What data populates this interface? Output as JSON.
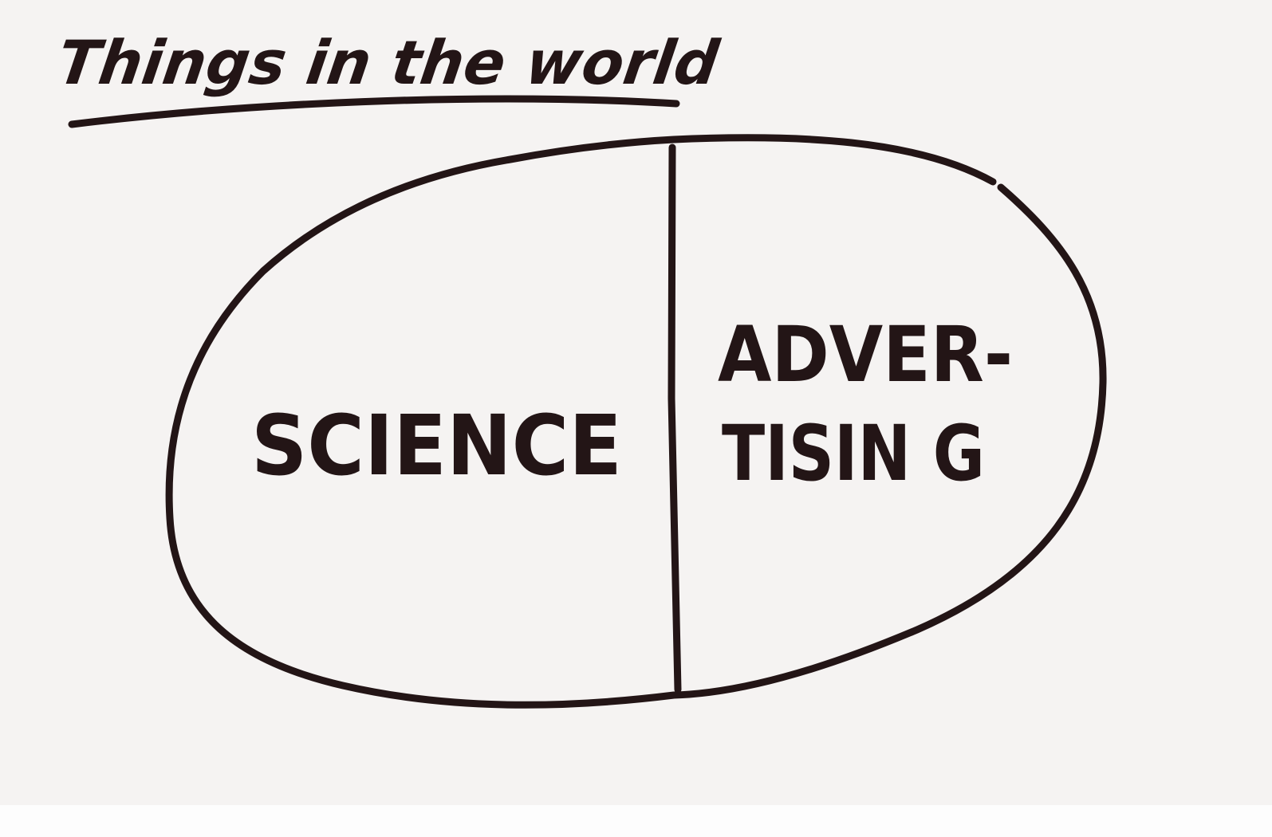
{
  "title": "Things in the world",
  "regions": [
    {
      "label": "SCIENCE"
    },
    {
      "label_line1": "ADVER-",
      "label_line2": "TISIN G"
    }
  ],
  "colors": {
    "ink": "#231516",
    "paper": "#f5f3f2"
  }
}
